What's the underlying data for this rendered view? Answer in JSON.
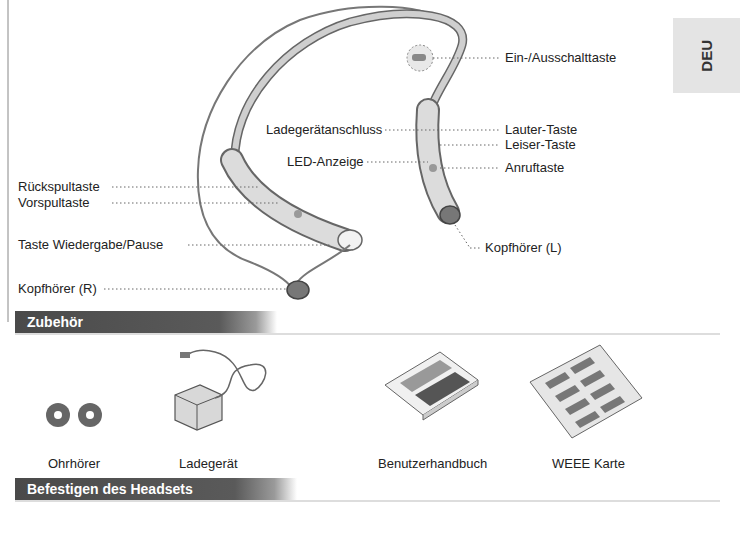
{
  "diagram": {
    "nodes": [
      {
        "text": [
          "DEU"
        ]
      },
      {
        "text": [
          "Zubehör"
        ]
      },
      {
        "text": [
          "Befestigen des Headsets"
        ]
      }
    ],
    "labels": [
      "Ein-/Ausschalttaste",
      "Ladegerätanschluss",
      "Lauter-Taste",
      "Leiser-Taste",
      "LED-Anzeige",
      "Anruftaste",
      "Rückspultaste",
      "Vorspultaste",
      "Taste Wiedergabe/Pause",
      "Kopfhörer (L)",
      "Kopfhörer (R)",
      "Ohrhörer",
      "Ladegerät",
      "Benutzerhandbuch",
      "WEEE Karte"
    ]
  }
}
